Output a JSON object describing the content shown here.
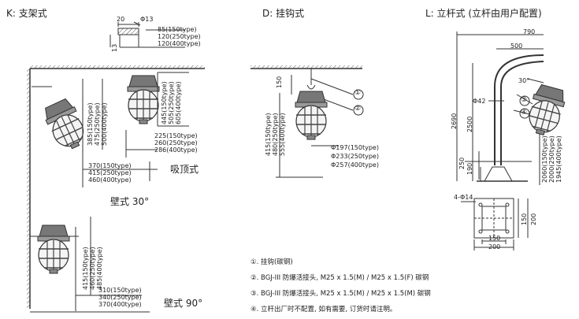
{
  "sections": {
    "k_title": "K: 支架式",
    "d_title": "D: 挂钩式",
    "l_title": "L: 立杆式 (立杆由用户配置)"
  },
  "k": {
    "bracket_dims": [
      "20",
      "Φ13",
      "13"
    ],
    "bracket_heights": [
      "85(150type)",
      "120(250type)",
      "120(400type)"
    ],
    "arm_heights": [
      "385(150type)",
      "475(250type)",
      "500(400type)"
    ],
    "ceiling_heights": [
      "445(150type)",
      "505(250type)",
      "605(400type)"
    ],
    "ceiling_widths": [
      "225(150type)",
      "260(250type)",
      "286(400type)"
    ],
    "arm_reach": [
      "370(150type)",
      "415(250type)",
      "460(400type)"
    ],
    "ceiling_label": "吸顶式",
    "wall30_label": "壁式 30°",
    "wall90_heights": [
      "415(150type)",
      "460(250type)",
      "485(400type)"
    ],
    "wall90_reach": [
      "310(150type)",
      "340(250type)",
      "370(400type)"
    ],
    "wall90_label": "壁式 90°"
  },
  "d": {
    "hook_len": "150",
    "heights": [
      "415(150type)",
      "480(250type)",
      "555(400type)"
    ],
    "diameters": [
      "Φ197(150type)",
      "Φ233(250type)",
      "Φ257(400type)"
    ],
    "callouts": [
      "①",
      "②"
    ]
  },
  "l": {
    "width_total": "790",
    "width_arm": "500",
    "angle": "30°",
    "pipe_dia": "Φ42",
    "height_total": "2690",
    "height_pole": "2500",
    "base_h": "250",
    "base_h2": "190",
    "lamp_heights": [
      "2060(150type)",
      "2000(250type)",
      "1945(400type)"
    ],
    "callouts": [
      "③",
      "④"
    ],
    "holes": "4-Φ14",
    "plate_inner": "150",
    "plate_outer": "200"
  },
  "notes": [
    "①. 挂钩(碳钢)",
    "②. BGJ-III 防爆活接头, M25 x 1.5(M) / M25 x 1.5(F) 碳钢",
    "③. BGJ-III 防爆活接头, M25 x 1.5(M) / M25 x 1.5(M) 碳钢",
    "④. 立杆出厂时不配置, 如有需要, 订货时请注明。"
  ]
}
